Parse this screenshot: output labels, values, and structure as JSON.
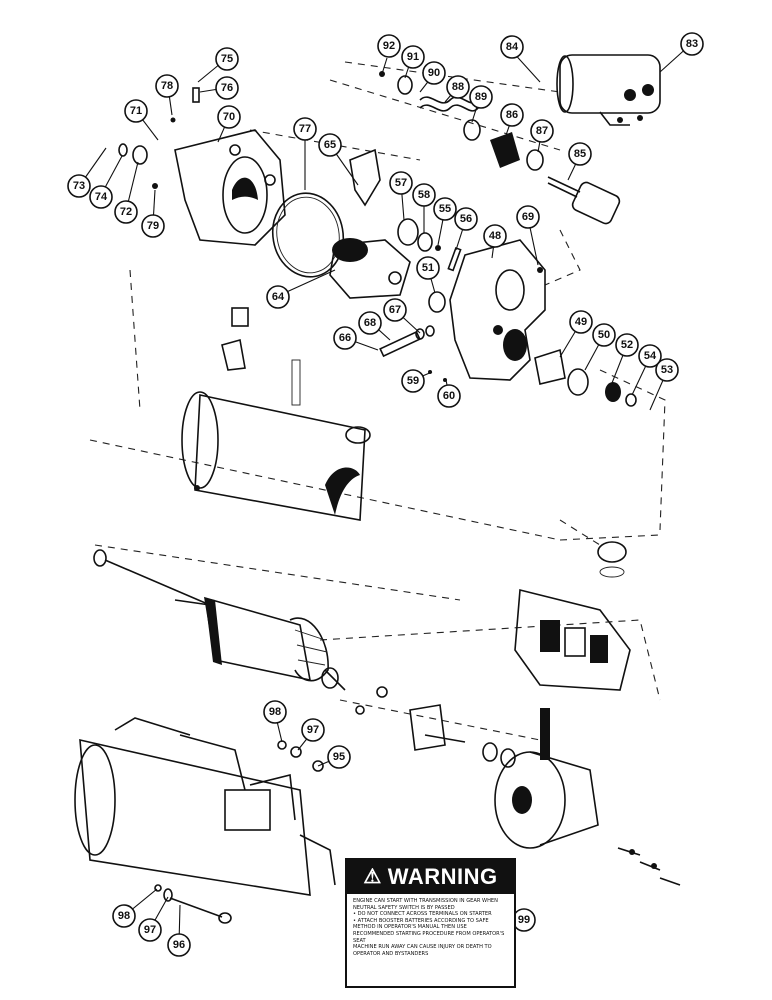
{
  "callouts": [
    {
      "id": "92",
      "label": "92"
    },
    {
      "id": "91",
      "label": "91"
    },
    {
      "id": "90",
      "label": "90"
    },
    {
      "id": "88",
      "label": "88"
    },
    {
      "id": "89",
      "label": "89"
    },
    {
      "id": "84",
      "label": "84"
    },
    {
      "id": "83",
      "label": "83"
    },
    {
      "id": "86",
      "label": "86"
    },
    {
      "id": "87",
      "label": "87"
    },
    {
      "id": "85",
      "label": "85"
    },
    {
      "id": "75",
      "label": "75"
    },
    {
      "id": "78",
      "label": "78"
    },
    {
      "id": "76",
      "label": "76"
    },
    {
      "id": "71",
      "label": "71"
    },
    {
      "id": "70",
      "label": "70"
    },
    {
      "id": "77",
      "label": "77"
    },
    {
      "id": "65",
      "label": "65"
    },
    {
      "id": "73",
      "label": "73"
    },
    {
      "id": "74",
      "label": "74"
    },
    {
      "id": "72",
      "label": "72"
    },
    {
      "id": "79",
      "label": "79"
    },
    {
      "id": "57",
      "label": "57"
    },
    {
      "id": "58",
      "label": "58"
    },
    {
      "id": "55",
      "label": "55"
    },
    {
      "id": "56",
      "label": "56"
    },
    {
      "id": "69",
      "label": "69"
    },
    {
      "id": "48",
      "label": "48"
    },
    {
      "id": "64",
      "label": "64"
    },
    {
      "id": "51",
      "label": "51"
    },
    {
      "id": "67",
      "label": "67"
    },
    {
      "id": "68",
      "label": "68"
    },
    {
      "id": "66",
      "label": "66"
    },
    {
      "id": "49",
      "label": "49"
    },
    {
      "id": "50",
      "label": "50"
    },
    {
      "id": "52",
      "label": "52"
    },
    {
      "id": "54",
      "label": "54"
    },
    {
      "id": "53",
      "label": "53"
    },
    {
      "id": "59",
      "label": "59"
    },
    {
      "id": "60",
      "label": "60"
    },
    {
      "id": "98a",
      "label": "98"
    },
    {
      "id": "97a",
      "label": "97"
    },
    {
      "id": "95",
      "label": "95"
    },
    {
      "id": "98b",
      "label": "98"
    },
    {
      "id": "97b",
      "label": "97"
    },
    {
      "id": "96",
      "label": "96"
    },
    {
      "id": "99",
      "label": "99"
    }
  ],
  "warning": {
    "icon": "warning-triangle-icon",
    "title": "WARNING",
    "text": "Engine can start with transmission in gear when neutral safety switch is by passed\n• Do not connect across terminals on starter\n• Attach booster batteries according to safe method in operator's manual then use recommended starting procedure from operator's seat\nMachine run away can cause injury or death to operator and bystanders"
  }
}
